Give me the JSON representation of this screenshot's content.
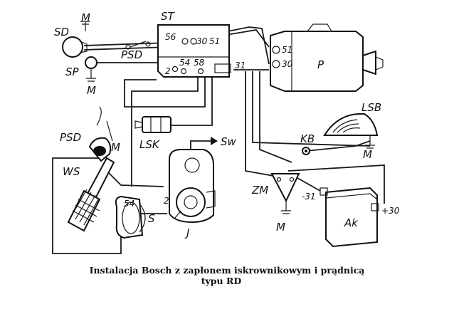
{
  "diagram": {
    "labels": {
      "st": "ST",
      "sd": "SD",
      "sp": "SP",
      "psd_top": "PSD",
      "m_top": "M",
      "m_sp": "M",
      "p": "P",
      "lsb": "LSB",
      "kb": "KB",
      "m_kb": "M",
      "lsk": "LSK",
      "sw": "Sw",
      "psd_left": "PSD",
      "m_psd": "M",
      "ws": "WS",
      "zm": "ZM",
      "m_zm": "M",
      "ak": "Ak",
      "j": "J",
      "s": "S"
    },
    "terminals": {
      "st_56": "56",
      "st_30": "30",
      "st_51": "51",
      "st_54": "54",
      "st_58": "58",
      "st_31": "31",
      "st_2": "2",
      "p_51": "51",
      "p_30": "30",
      "j_2": "2",
      "s_54": "54",
      "ak_minus31": "-31",
      "ak_plus30": "+30"
    }
  },
  "caption": {
    "line1": "Instalacja Bosch z zapłonem iskrownikowym i prądnicą",
    "line2": "typu RD"
  }
}
